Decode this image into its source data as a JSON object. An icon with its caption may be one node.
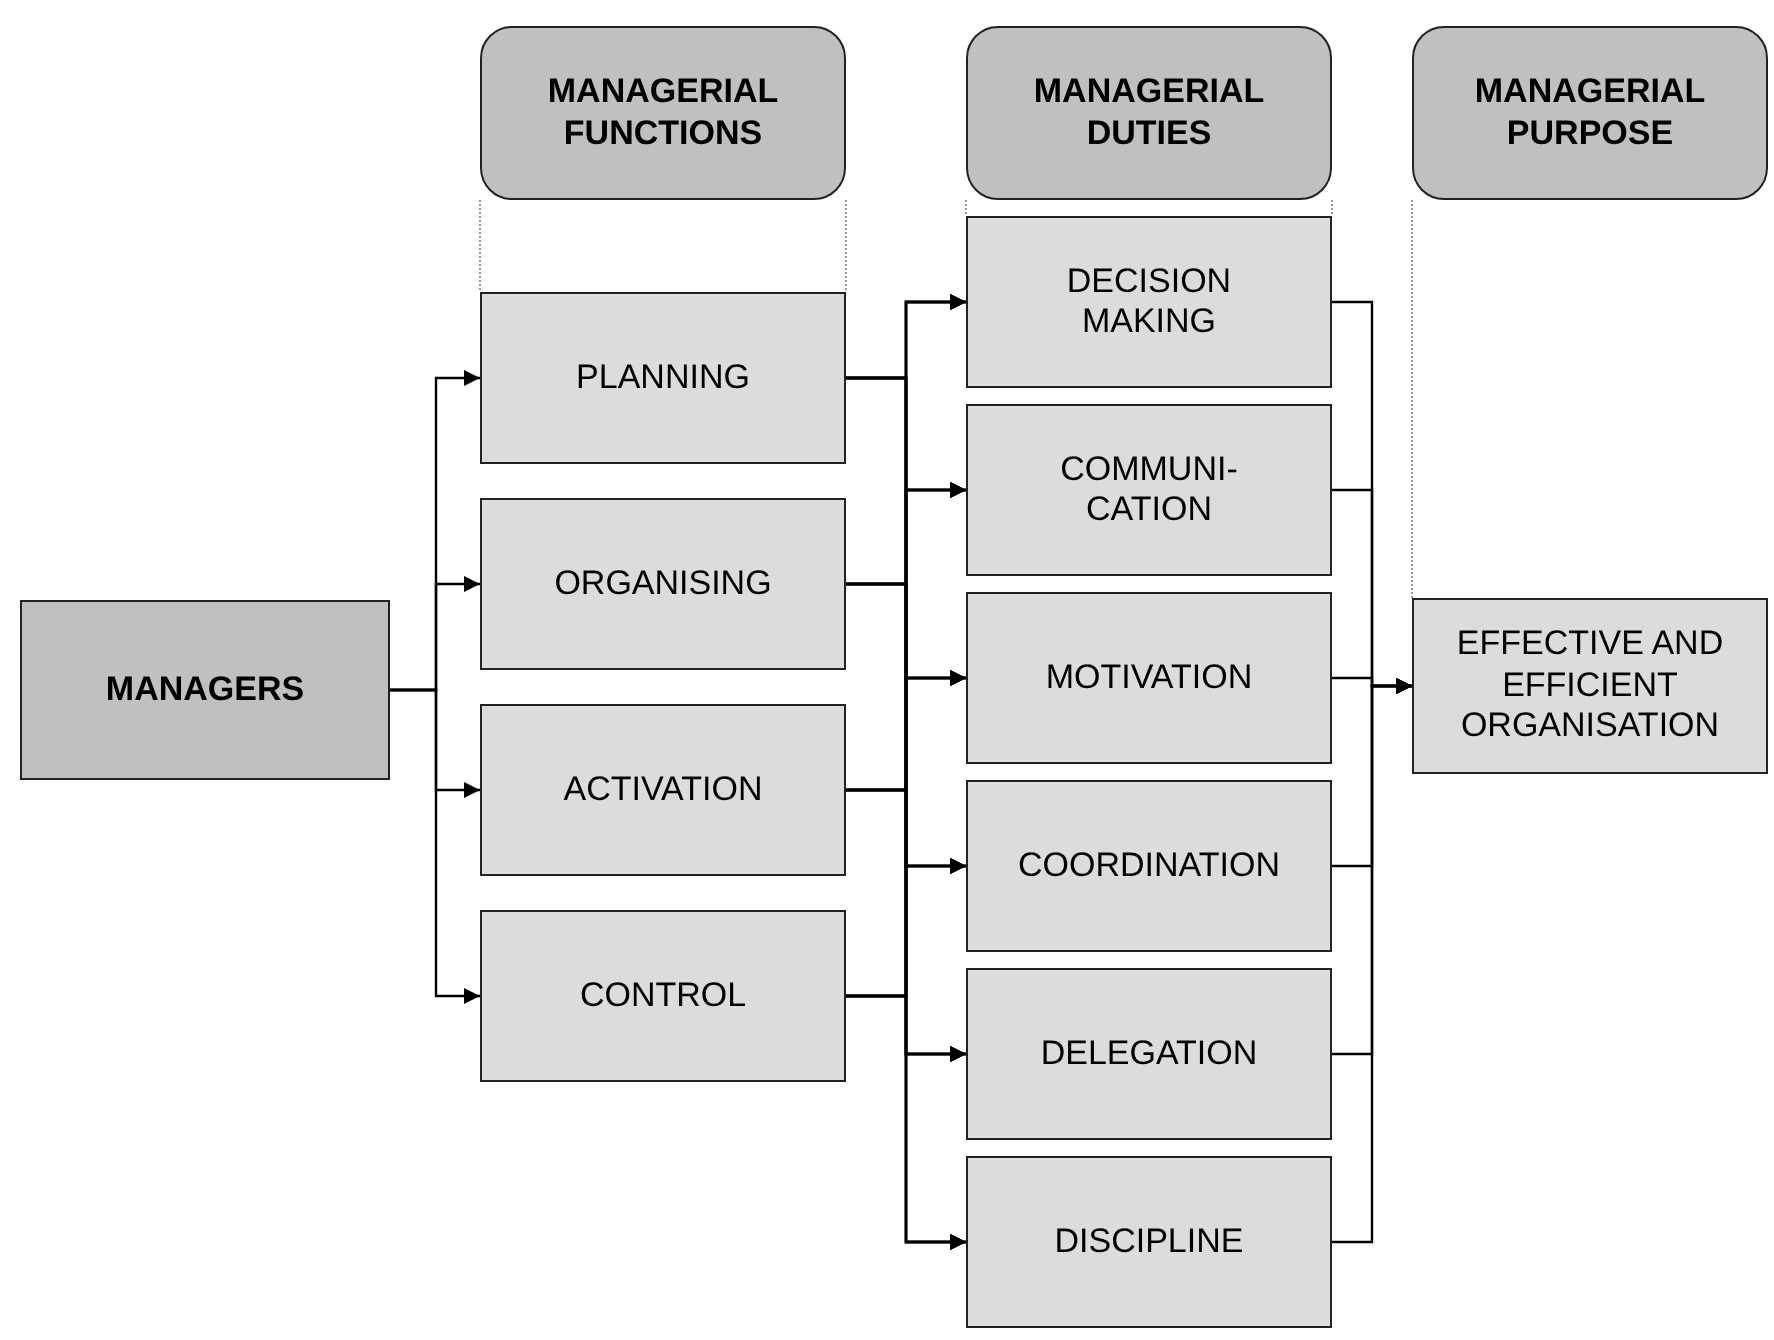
{
  "diagram": {
    "nodes": [
      {
        "text": [
          "MANAGERIAL FUNCTIONS"
        ]
      },
      {
        "text": [
          "MANAGERIAL DUTIES"
        ]
      },
      {
        "text": [
          "MANAGERIAL PURPOSE"
        ]
      },
      {
        "text": [
          "MANAGERS"
        ]
      },
      {
        "text": [
          "PLANNING"
        ]
      },
      {
        "text": [
          "ORGANISING"
        ]
      },
      {
        "text": [
          "ACTIVATION"
        ]
      },
      {
        "text": [
          "CONTROL"
        ]
      },
      {
        "text": [
          "DECISION MAKING"
        ]
      },
      {
        "text": [
          "COMMUNI- CATION"
        ]
      },
      {
        "text": [
          "MOTIVATION"
        ]
      },
      {
        "text": [
          "COORDINATION"
        ]
      },
      {
        "text": [
          "DELEGATION"
        ]
      },
      {
        "text": [
          "DISCIPLINE"
        ]
      },
      {
        "text": [
          "EFFECTIVE AND EFFICIENT ORGANISATION"
        ]
      }
    ],
    "edges": [
      {
        "from": 3,
        "to": 4,
        "arrow": "to"
      },
      {
        "from": 3,
        "to": 5,
        "arrow": "to"
      },
      {
        "from": 3,
        "to": 6,
        "arrow": "to"
      },
      {
        "from": 3,
        "to": 7,
        "arrow": "to"
      },
      {
        "from": 4,
        "to": 8,
        "arrow": "to"
      },
      {
        "from": 4,
        "to": 9,
        "arrow": "to"
      },
      {
        "from": 4,
        "to": 10,
        "arrow": "to"
      },
      {
        "from": 4,
        "to": 11,
        "arrow": "to"
      },
      {
        "from": 4,
        "to": 12,
        "arrow": "to"
      },
      {
        "from": 4,
        "to": 13,
        "arrow": "to"
      },
      {
        "from": 5,
        "to": 8,
        "arrow": "to"
      },
      {
        "from": 5,
        "to": 9,
        "arrow": "to"
      },
      {
        "from": 5,
        "to": 10,
        "arrow": "to"
      },
      {
        "from": 5,
        "to": 11,
        "arrow": "to"
      },
      {
        "from": 5,
        "to": 12,
        "arrow": "to"
      },
      {
        "from": 5,
        "to": 13,
        "arrow": "to"
      },
      {
        "from": 6,
        "to": 8,
        "arrow": "to"
      },
      {
        "from": 6,
        "to": 9,
        "arrow": "to"
      },
      {
        "from": 6,
        "to": 10,
        "arrow": "to"
      },
      {
        "from": 6,
        "to": 11,
        "arrow": "to"
      },
      {
        "from": 6,
        "to": 12,
        "arrow": "to"
      },
      {
        "from": 6,
        "to": 13,
        "arrow": "to"
      },
      {
        "from": 7,
        "to": 8,
        "arrow": "to"
      },
      {
        "from": 7,
        "to": 9,
        "arrow": "to"
      },
      {
        "from": 7,
        "to": 10,
        "arrow": "to"
      },
      {
        "from": 7,
        "to": 11,
        "arrow": "to"
      },
      {
        "from": 7,
        "to": 12,
        "arrow": "to"
      },
      {
        "from": 7,
        "to": 13,
        "arrow": "to"
      },
      {
        "from": 8,
        "to": 14,
        "arrow": "to"
      },
      {
        "from": 9,
        "to": 14,
        "arrow": "to"
      },
      {
        "from": 10,
        "to": 14,
        "arrow": "to"
      },
      {
        "from": 11,
        "to": 14,
        "arrow": "to"
      },
      {
        "from": 12,
        "to": 14,
        "arrow": "to"
      },
      {
        "from": 13,
        "to": 14,
        "arrow": "to"
      }
    ]
  }
}
